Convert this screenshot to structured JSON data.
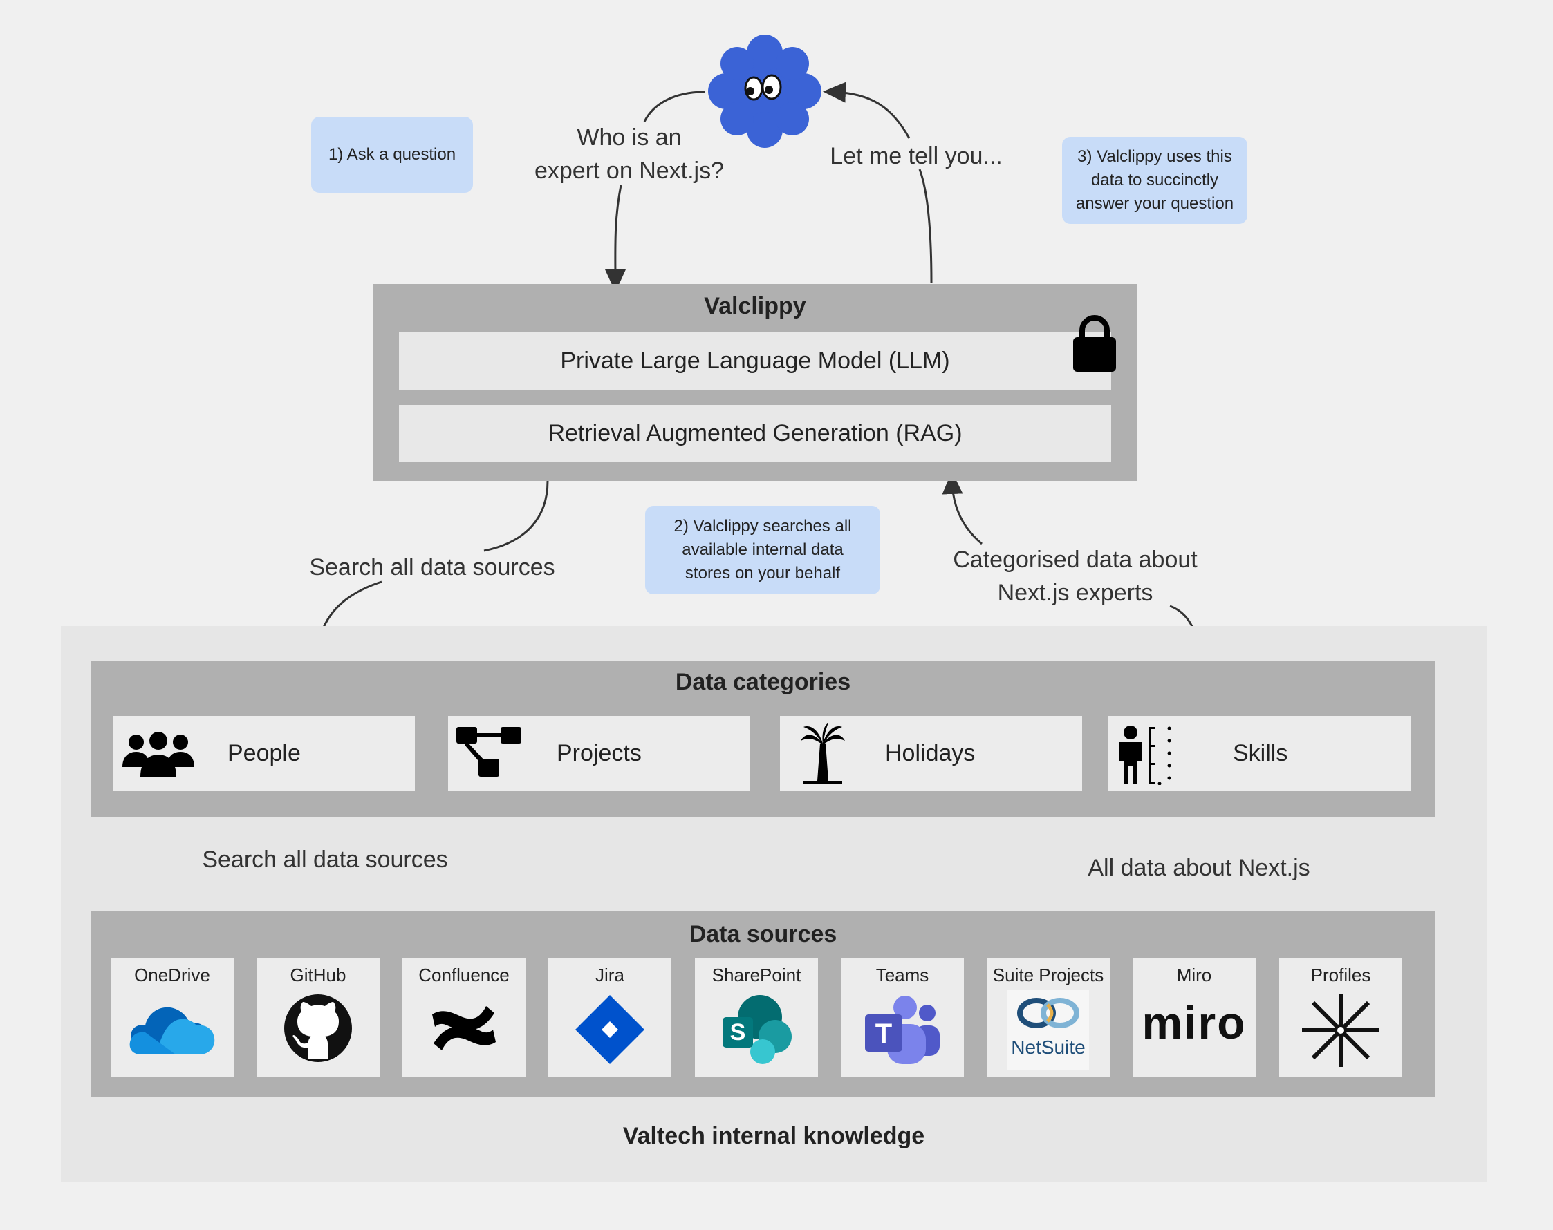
{
  "notes": {
    "step1": "1) Ask a question",
    "step2": "2) Valclippy searches all\navailable internal  data\nstores on your behalf",
    "step3": "3) Valclippy uses this\ndata to succinctly\nanswer your question"
  },
  "flow_labels": {
    "question": "Who is an\nexpert on Next.js?",
    "answer": "Let me tell you...",
    "search_top": "Search all data sources",
    "categorised": "Categorised data about\nNext.js experts",
    "search_bottom": "Search all data sources",
    "all_data": "All data about Next.js"
  },
  "valclippy": {
    "title": "Valclippy",
    "llm": "Private Large Language Model (LLM)",
    "rag": "Retrieval Augmented Generation (RAG)"
  },
  "knowledge": {
    "title": "Valtech internal knowledge",
    "categories_title": "Data categories",
    "categories": [
      {
        "label": "People",
        "icon": "people-icon"
      },
      {
        "label": "Projects",
        "icon": "hierarchy-icon"
      },
      {
        "label": "Holidays",
        "icon": "palm-tree-icon"
      },
      {
        "label": "Skills",
        "icon": "person-skills-icon"
      }
    ],
    "sources_title": "Data sources",
    "sources": [
      {
        "label": "OneDrive",
        "icon": "onedrive-icon"
      },
      {
        "label": "GitHub",
        "icon": "github-icon"
      },
      {
        "label": "Confluence",
        "icon": "confluence-icon"
      },
      {
        "label": "Jira",
        "icon": "jira-icon"
      },
      {
        "label": "SharePoint",
        "icon": "sharepoint-icon"
      },
      {
        "label": "Teams",
        "icon": "teams-icon"
      },
      {
        "label": "Suite Projects",
        "icon": "netsuite-icon",
        "logo_text": "NetSuite"
      },
      {
        "label": "Miro",
        "icon": "miro-icon",
        "logo_text": "miro"
      },
      {
        "label": "Profiles",
        "icon": "asterisk-icon"
      }
    ]
  },
  "colors": {
    "note": "#c8dcf8",
    "panel": "#b0b0b0",
    "knowledge_bg": "#e6e6e6",
    "mascot": "#3b63d6"
  }
}
